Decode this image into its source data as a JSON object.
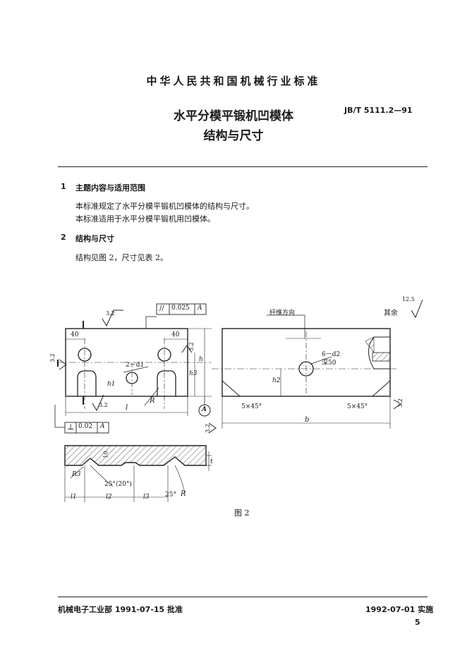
{
  "header": {
    "organization": "中华人民共和国机械行业标准",
    "title_line1": "水平分模平锻机凹模体",
    "title_line2": "结构与尺寸",
    "standard_number": "JB/T 5111.2—91"
  },
  "sections": [
    {
      "number": "1",
      "heading": "主题内容与适用范围",
      "paragraphs": [
        "本标准规定了水平分模平锻机凹模体的结构与尺寸。",
        "本标准适用于水平分模平锻机用凹模体。"
      ]
    },
    {
      "number": "2",
      "heading": "结构与尺寸",
      "paragraphs": [
        "结构见图 2，尺寸见表 2。"
      ]
    }
  ],
  "figure": {
    "caption": "图 2",
    "surface_note_label": "其余",
    "surface_note_value": "12.5",
    "fiber_direction_label": "纤维方向",
    "roughness_3_2": "3.2",
    "parallelism_symbol": "//",
    "parallelism_value": "0.025",
    "perpendicularity_symbol": "⊥",
    "perpendicularity_value": "0.02",
    "datum": "A",
    "dim_40": "40",
    "dim_2d1": "2－d1",
    "dim_6d2": "6－d2",
    "depth_note": "深50",
    "dim_h": "h",
    "dim_h1": "h1",
    "dim_h2": "h2",
    "dim_h3": "h3",
    "dim_l": "l",
    "dim_l1": "l1",
    "dim_l2": "l2",
    "dim_l3": "l3",
    "dim_b": "b",
    "dim_t": "t",
    "dim_R": "R",
    "dim_R3": "R3",
    "chamfer": "5×45°",
    "angle_25": "25°(20°)",
    "angle_25b": "25°",
    "dim_10": "10"
  },
  "footer": {
    "approval": "机械电子工业部 1991-07-15 批准",
    "implementation": "1992-07-01 实施",
    "page_number": "5"
  }
}
